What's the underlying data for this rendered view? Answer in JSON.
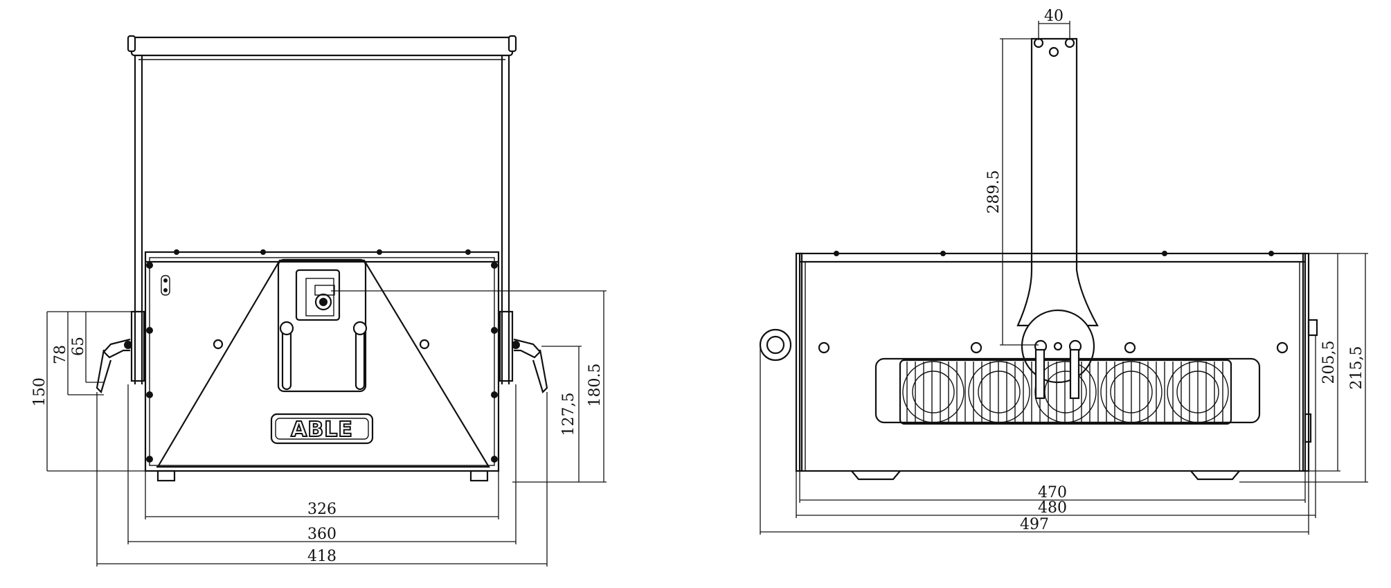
{
  "brand": {
    "logo_text": "ABLE"
  },
  "front_view": {
    "dimensions": {
      "d150": "150",
      "d78": "78",
      "d65": "65",
      "d127_5": "127,5",
      "d180_5": "180.5",
      "d326": "326",
      "d360": "360",
      "d418": "418"
    }
  },
  "side_view": {
    "dimensions": {
      "d40": "40",
      "d289_5": "289.5",
      "d205_5": "205,5",
      "d215_5": "215,5",
      "d470": "470",
      "d480": "480",
      "d497": "497"
    }
  }
}
